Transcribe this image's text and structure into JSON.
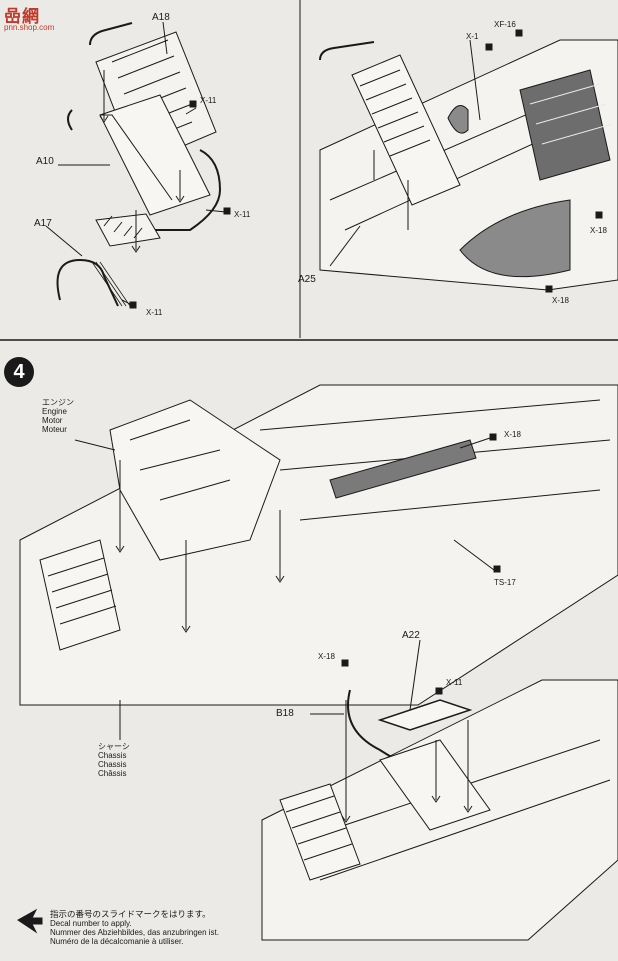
{
  "watermark": {
    "text": "嵒網",
    "url": "pnn.shop.com"
  },
  "step_number": "4",
  "top_left_labels": {
    "a18": "A18",
    "x11_a": "X-11",
    "a10": "A10",
    "x11_b": "X-11",
    "a17": "A17",
    "x11_c": "X-11"
  },
  "top_right_labels": {
    "x1": "X-1",
    "xf16": "XF-16",
    "x18_a": "X-18",
    "a25": "A25",
    "x18_b": "X-18"
  },
  "step4_labels": {
    "engine_jp": "エンジン",
    "engine_en": "Engine",
    "engine_de": "Motor",
    "engine_fr": "Moteur",
    "x18": "X-18",
    "ts17": "TS-17",
    "a22": "A22",
    "x18_b": "X-18",
    "x11": "X-11",
    "b18": "B18",
    "chassis_jp": "シャーシ",
    "chassis_en": "Chassis",
    "chassis_de": "Chassis",
    "chassis_fr": "Châssis"
  },
  "decal_note": {
    "jp": "指示の番号のスライドマークをはります。",
    "en": "Decal number to apply.",
    "de": "Nummer des Abziehbildes, das anzubringen ist.",
    "fr": "Numéro de la décalcomanie à utiliser."
  },
  "colors": {
    "ink": "#1a1a1a",
    "paper": "#eceae6",
    "shade": "#8a8a8a",
    "watermark": "#c0392b"
  }
}
